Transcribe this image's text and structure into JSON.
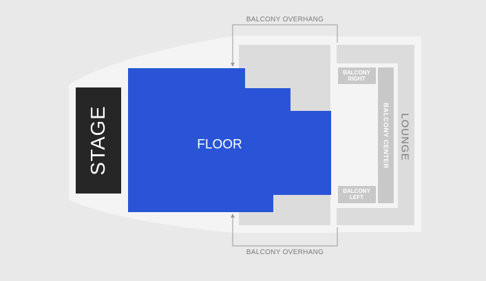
{
  "venue_map": {
    "stage_label": "STAGE",
    "floor_label": "FLOOR",
    "lounge_label": "LOUNGE",
    "balcony_center_label": "BALCONY CENTER",
    "balcony_right_label": [
      "BALCONY",
      "RIGHT"
    ],
    "balcony_left_label": [
      "BALCONY",
      "LEFT"
    ],
    "overhang_top_label": "BALCONY OVERHANG",
    "overhang_bottom_label": "BALCONY OVERHANG"
  },
  "colors": {
    "background": "#e9e9e9",
    "venue": "#f4f4f4",
    "stage": "#262626",
    "floor": "#2a54d7",
    "balcony_zone": "#dcdcdc",
    "balcony_section": "#c8c8c8",
    "overhang_line": "#999999",
    "label_gray": "#7a7a7a"
  }
}
